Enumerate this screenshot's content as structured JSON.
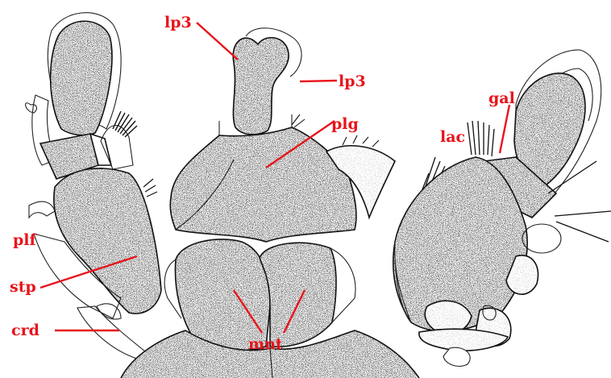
{
  "labels": {
    "lp3_top": "lp3",
    "lp3_right": "lp3",
    "plg": "plg",
    "gal": "gal",
    "lac": "lac",
    "plf": "plf",
    "stp": "stp",
    "crd": "crd",
    "mnt": "mnt"
  },
  "colors": {
    "label": "#e8141b",
    "ink": "#111111",
    "stipple": "#9a9a9a",
    "background": "#ffffff"
  }
}
